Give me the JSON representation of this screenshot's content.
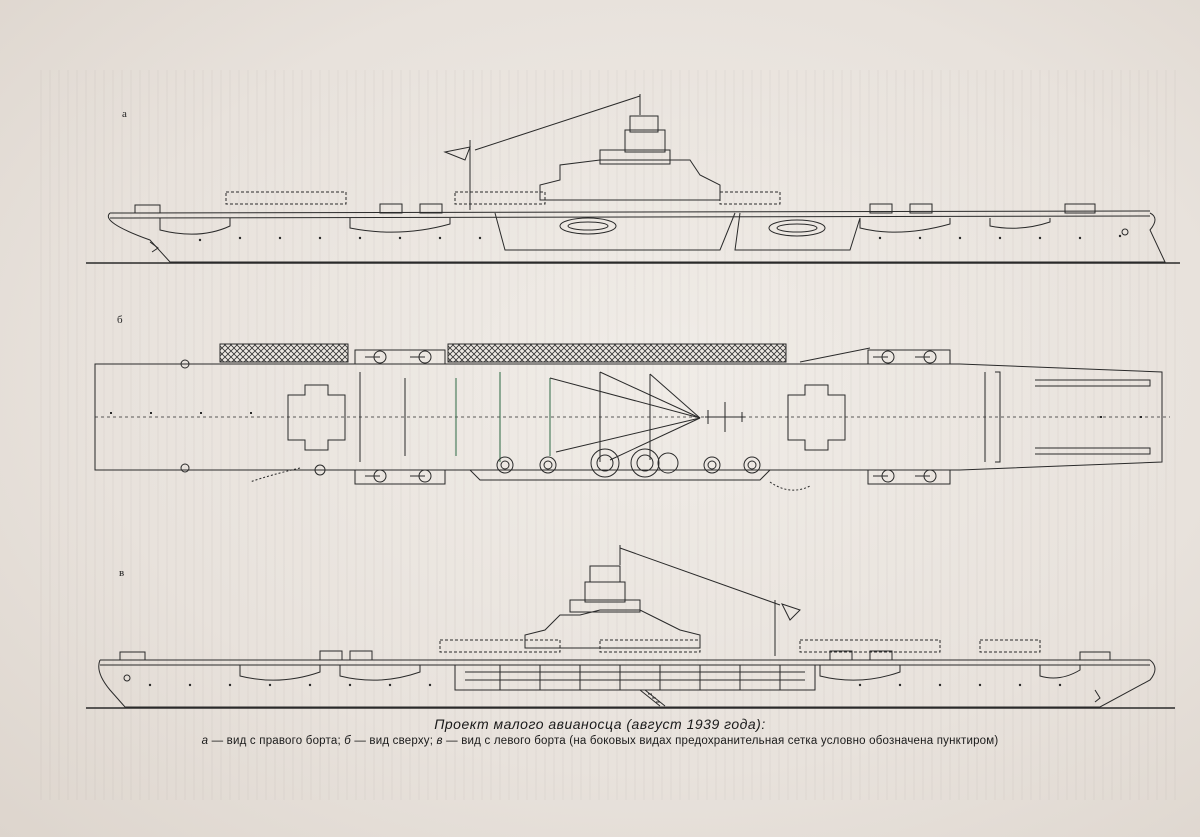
{
  "views": {
    "a": {
      "letter": "а"
    },
    "b": {
      "letter": "б"
    },
    "v": {
      "letter": "в"
    }
  },
  "caption": {
    "title": "Проект малого авианосца (август 1939 года):",
    "label_a": "а",
    "text_a": " — вид с правого борта; ",
    "label_b": "б",
    "text_b": " — вид сверху; ",
    "label_v": "в",
    "text_v": " — вид с левого борта (на боковых видах предохранительная сетка условно обозначена пунктиром)"
  },
  "colors": {
    "ink": "#2a2a2a",
    "paper": "#ebe6e0",
    "landing_guides": "#2f6b46"
  }
}
